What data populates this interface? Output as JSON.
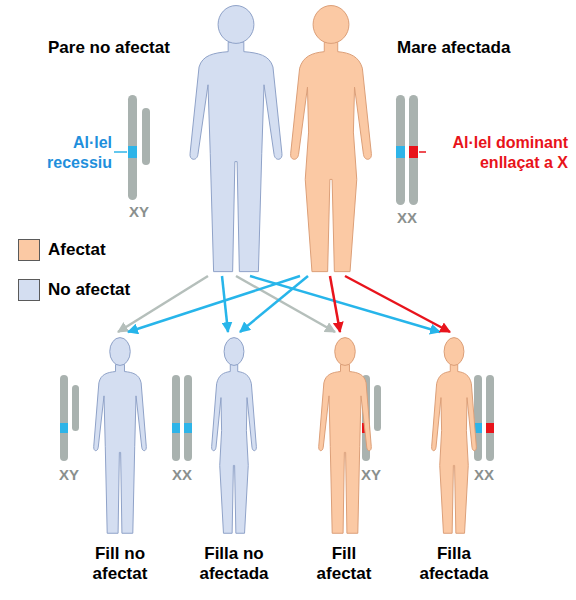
{
  "diagram": {
    "nodes": [
      {
        "text": [
          "Pare no afectat"
        ]
      },
      {
        "text": [
          "Mare afectada"
        ]
      },
      {
        "text": [
          "Fill no afectat"
        ]
      },
      {
        "text": [
          "Filla no afectada"
        ]
      },
      {
        "text": [
          "Fill afectat"
        ]
      },
      {
        "text": [
          "Filla afectada"
        ]
      }
    ],
    "edges": [
      {
        "from": 0,
        "to": 2,
        "arrow": "to"
      },
      {
        "from": 0,
        "to": 3,
        "arrow": "to"
      },
      {
        "from": 0,
        "to": 4,
        "arrow": "to"
      },
      {
        "from": 0,
        "to": 5,
        "arrow": "to"
      },
      {
        "from": 1,
        "to": 2,
        "arrow": "to"
      },
      {
        "from": 1,
        "to": 3,
        "arrow": "to"
      },
      {
        "from": 1,
        "to": 4,
        "arrow": "to"
      },
      {
        "from": 1,
        "to": 5,
        "arrow": "to"
      }
    ],
    "labels": [
      "Al·lel recessiu",
      "Al·lel dominant enllaçat a X",
      "XY",
      "XX",
      "XY",
      "XX",
      "XY",
      "XX"
    ],
    "legend": [
      {
        "text": "Afectat",
        "color": "#fbc9a4"
      },
      {
        "text": "No afectat",
        "color": "#d4def1"
      }
    ]
  }
}
